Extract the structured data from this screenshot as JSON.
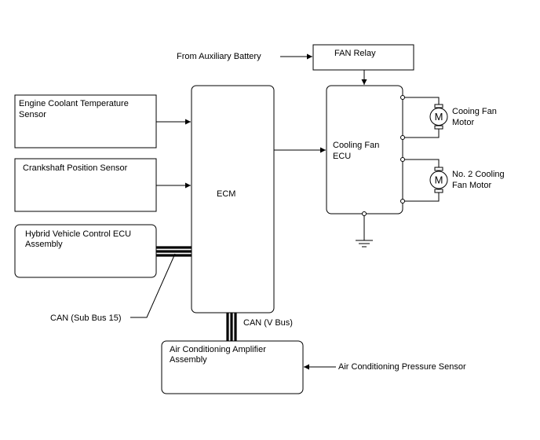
{
  "inputs": {
    "aux_battery": "From Auxiliary Battery",
    "coolant_sensor": [
      "Engine Coolant Temperature",
      "Sensor"
    ],
    "crank_sensor": "Crankshaft Position Sensor",
    "hv_ecu": [
      "Hybrid Vehicle Control ECU",
      "Assembly"
    ],
    "ac_pressure": "Air Conditioning Pressure Sensor"
  },
  "components": {
    "fan_relay": "FAN Relay",
    "ecm": "ECM",
    "cooling_fan_ecu": [
      "Cooling Fan",
      "ECU"
    ],
    "ac_amplifier": [
      "Air Conditioning Amplifier",
      "Assembly"
    ],
    "fan_motor_1": [
      "Cooing Fan",
      "Motor"
    ],
    "fan_motor_2": [
      "No. 2 Cooling",
      "Fan Motor"
    ],
    "motor_symbol": "M"
  },
  "buses": {
    "can_sub": "CAN (Sub Bus 15)",
    "can_v": "CAN (V Bus)"
  }
}
